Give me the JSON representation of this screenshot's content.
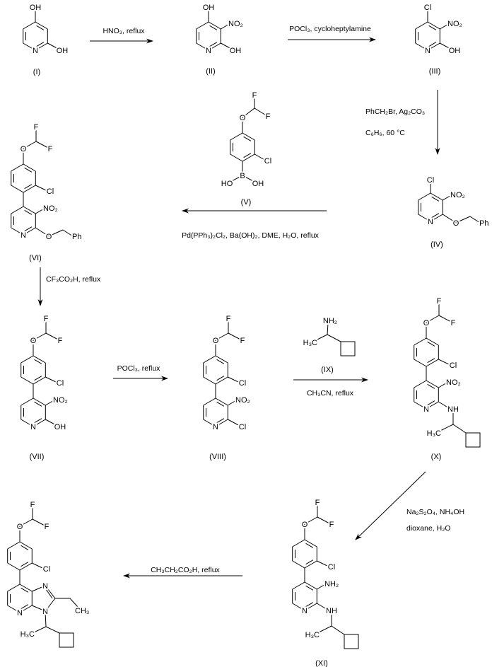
{
  "compounds": {
    "I": {
      "label": "(I)",
      "atoms": [
        "OH",
        "N",
        "OH"
      ]
    },
    "II": {
      "label": "(II)",
      "atoms": [
        "OH",
        "NO₂",
        "N",
        "OH"
      ]
    },
    "III": {
      "label": "(III)",
      "atoms": [
        "Cl",
        "NO₂",
        "N",
        "OH"
      ]
    },
    "IV": {
      "label": "(IV)",
      "atoms": [
        "Cl",
        "NO₂",
        "N",
        "O",
        "Ph"
      ]
    },
    "V": {
      "label": "(V)",
      "atoms": [
        "F",
        "F",
        "O",
        "Cl",
        "B",
        "HO",
        "OH"
      ]
    },
    "VI": {
      "label": "(VI)",
      "atoms": [
        "F",
        "F",
        "O",
        "Cl",
        "NO₂",
        "N",
        "O",
        "Ph"
      ]
    },
    "VII": {
      "label": "(VII)",
      "atoms": [
        "F",
        "F",
        "O",
        "Cl",
        "NO₂",
        "N",
        "OH"
      ]
    },
    "VIII": {
      "label": "(VIII)",
      "atoms": [
        "F",
        "F",
        "O",
        "Cl",
        "NO₂",
        "N",
        "Cl"
      ]
    },
    "IX": {
      "label": "(IX)",
      "atoms": [
        "NH₂",
        "H₃C"
      ]
    },
    "X": {
      "label": "(X)",
      "atoms": [
        "F",
        "F",
        "O",
        "Cl",
        "NO₂",
        "N",
        "NH",
        "H₃C"
      ]
    },
    "XI": {
      "label": "(XI)",
      "atoms": [
        "F",
        "F",
        "O",
        "Cl",
        "NH₂",
        "N",
        "NH",
        "H₃C"
      ]
    },
    "final": {
      "atoms": [
        "F",
        "F",
        "O",
        "Cl",
        "N",
        "N",
        "N",
        "CH₃",
        "H₃C"
      ]
    }
  },
  "reagents": {
    "step1": [
      "HNO₃, reflux"
    ],
    "step2": [
      "POCl₃, cycloheptylamine"
    ],
    "step3": [
      "PhCH₂Br, Ag₂CO₃",
      "C₆H₆, 60 °C"
    ],
    "step4": [
      "Pd(PPh₃)₂Cl₂, Ba(OH)₂, DME, H₂O, reflux"
    ],
    "step5": [
      "CF₃CO₂H, reflux"
    ],
    "step6": [
      "POCl₃, reflux"
    ],
    "step7": [
      "CH₃CN, reflux"
    ],
    "step8": [
      "Na₂S₂O₄, NH₄OH",
      "dioxane, H₂O"
    ],
    "step9": [
      "CH₃CH₂CO₂H, reflux"
    ]
  }
}
